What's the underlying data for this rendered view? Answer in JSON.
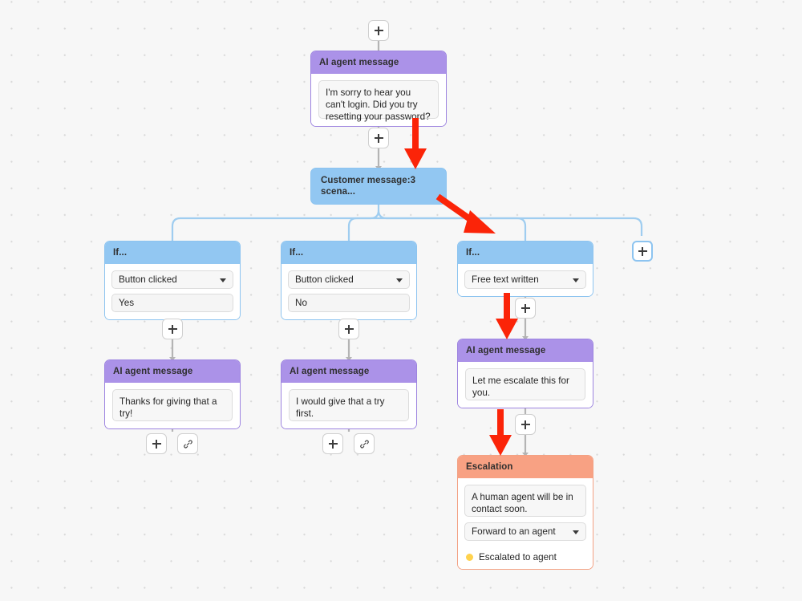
{
  "canvas": {
    "background_color": "#f7f7f7",
    "dot_color": "#d8d8d8"
  },
  "palette": {
    "purple_header": "#ab92e8",
    "purple_border": "#9d84e0",
    "blue_header": "#92c7f2",
    "blue_border": "#8dc4f0",
    "orange_header": "#f8a183",
    "orange_border": "#f3a183",
    "edge_line": "#9fcdf0",
    "edge_line_gray": "#b4b4b4",
    "annotation_arrow": "#fb2408",
    "status_dot": "#ffd24d"
  },
  "nodes": {
    "root_add": {
      "icon": "plus-icon"
    },
    "ai_message_root": {
      "title": "AI agent message",
      "message": "I'm sorry to hear you can't login. Did you try resetting your password?"
    },
    "add_after_root_message": {
      "icon": "plus-icon"
    },
    "customer_message": {
      "title": "Customer message:3 scena..."
    },
    "branch_add": {
      "icon": "plus-icon"
    },
    "branch_1": {
      "title": "If...",
      "condition": "Button clicked",
      "value": "Yes"
    },
    "branch_2": {
      "title": "If...",
      "condition": "Button clicked",
      "value": "No"
    },
    "branch_3": {
      "title": "If...",
      "condition": "Free text written"
    },
    "add_branch_1": {
      "icon": "plus-icon"
    },
    "add_branch_2": {
      "icon": "plus-icon"
    },
    "add_branch_3": {
      "icon": "plus-icon"
    },
    "ai_message_1": {
      "title": "AI agent message",
      "message": "Thanks for giving that a try!"
    },
    "ai_message_2": {
      "title": "AI agent message",
      "message": "I would give that a try first."
    },
    "ai_message_3": {
      "title": "AI agent message",
      "message": "Let me escalate this for you."
    },
    "footer_1": {
      "add_icon": "plus-icon",
      "link_icon": "link-icon"
    },
    "footer_2": {
      "add_icon": "plus-icon",
      "link_icon": "link-icon"
    },
    "add_before_escalation": {
      "icon": "plus-icon"
    },
    "escalation": {
      "title": "Escalation",
      "message": "A human agent will be in contact soon.",
      "action": "Forward to an agent",
      "status": "Escalated to agent"
    }
  },
  "annotations": {
    "arrow_1": {
      "name": "arrow-to-customer-message",
      "color": "#fb2408"
    },
    "arrow_2": {
      "name": "arrow-to-free-text-branch",
      "color": "#fb2408"
    },
    "arrow_3": {
      "name": "arrow-to-escalate-message",
      "color": "#fb2408"
    },
    "arrow_4": {
      "name": "arrow-to-escalation-node",
      "color": "#fb2408"
    }
  }
}
